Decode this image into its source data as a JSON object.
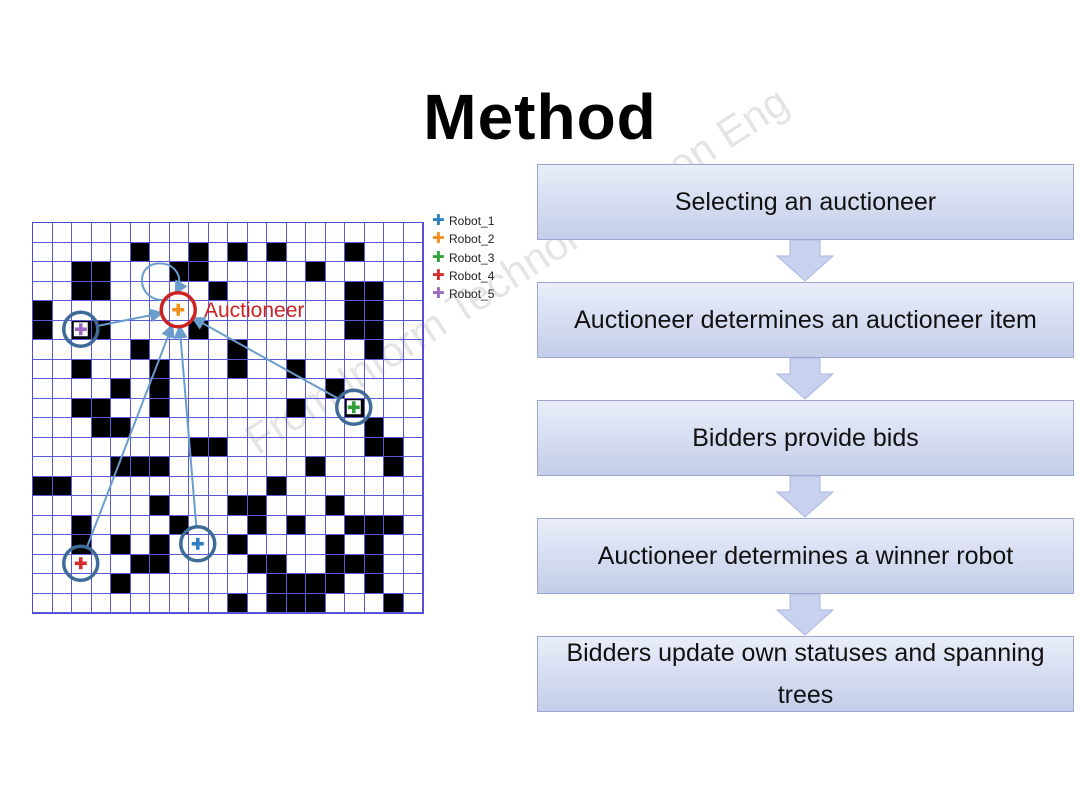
{
  "slide": {
    "title": "Method",
    "watermark": "From Inform Technol Electron Eng"
  },
  "grid_map": {
    "rows": 20,
    "cols": 20,
    "obstacles": [
      [
        1,
        5
      ],
      [
        1,
        8
      ],
      [
        1,
        10
      ],
      [
        1,
        12
      ],
      [
        1,
        16
      ],
      [
        2,
        2
      ],
      [
        2,
        3
      ],
      [
        2,
        7
      ],
      [
        2,
        8
      ],
      [
        2,
        14
      ],
      [
        3,
        2
      ],
      [
        3,
        3
      ],
      [
        3,
        9
      ],
      [
        3,
        16
      ],
      [
        3,
        17
      ],
      [
        4,
        0
      ],
      [
        4,
        16
      ],
      [
        4,
        17
      ],
      [
        5,
        0
      ],
      [
        5,
        2
      ],
      [
        5,
        3
      ],
      [
        5,
        8
      ],
      [
        5,
        16
      ],
      [
        5,
        17
      ],
      [
        6,
        5
      ],
      [
        6,
        10
      ],
      [
        6,
        17
      ],
      [
        7,
        2
      ],
      [
        7,
        6
      ],
      [
        7,
        10
      ],
      [
        7,
        13
      ],
      [
        8,
        4
      ],
      [
        8,
        6
      ],
      [
        8,
        15
      ],
      [
        9,
        2
      ],
      [
        9,
        3
      ],
      [
        9,
        6
      ],
      [
        9,
        13
      ],
      [
        9,
        16
      ],
      [
        10,
        3
      ],
      [
        10,
        4
      ],
      [
        10,
        17
      ],
      [
        11,
        8
      ],
      [
        11,
        9
      ],
      [
        11,
        17
      ],
      [
        11,
        18
      ],
      [
        12,
        4
      ],
      [
        12,
        5
      ],
      [
        12,
        6
      ],
      [
        12,
        14
      ],
      [
        12,
        18
      ],
      [
        13,
        0
      ],
      [
        13,
        1
      ],
      [
        13,
        12
      ],
      [
        14,
        6
      ],
      [
        14,
        10
      ],
      [
        14,
        11
      ],
      [
        14,
        15
      ],
      [
        15,
        2
      ],
      [
        15,
        7
      ],
      [
        15,
        11
      ],
      [
        15,
        13
      ],
      [
        15,
        16
      ],
      [
        15,
        17
      ],
      [
        15,
        18
      ],
      [
        16,
        2
      ],
      [
        16,
        4
      ],
      [
        16,
        6
      ],
      [
        16,
        10
      ],
      [
        16,
        15
      ],
      [
        16,
        17
      ],
      [
        17,
        5
      ],
      [
        17,
        6
      ],
      [
        17,
        11
      ],
      [
        17,
        12
      ],
      [
        17,
        15
      ],
      [
        17,
        16
      ],
      [
        17,
        17
      ],
      [
        18,
        4
      ],
      [
        18,
        12
      ],
      [
        18,
        13
      ],
      [
        18,
        14
      ],
      [
        18,
        15
      ],
      [
        18,
        17
      ],
      [
        19,
        10
      ],
      [
        19,
        12
      ],
      [
        19,
        13
      ],
      [
        19,
        14
      ],
      [
        19,
        18
      ]
    ],
    "auctioneer_label": "Auctioneer",
    "auctioneer_color": "#cc2222",
    "ring_color": "#3f6b99",
    "arrow_color": "#6a9ccd",
    "robots": [
      {
        "name": "Robot_1",
        "color": "#2f7fc1",
        "row": 16,
        "col": 8
      },
      {
        "name": "Robot_2",
        "color": "#f0901e",
        "row": 4,
        "col": 7,
        "auctioneer": true
      },
      {
        "name": "Robot_3",
        "color": "#2fa33a",
        "row": 9,
        "col": 16
      },
      {
        "name": "Robot_4",
        "color": "#d62f2f",
        "row": 17,
        "col": 2
      },
      {
        "name": "Robot_5",
        "color": "#9c6ac0",
        "row": 5,
        "col": 2
      }
    ]
  },
  "flowchart": {
    "steps": [
      "Selecting an auctioneer",
      "Auctioneer determines an auctioneer item",
      "Bidders provide bids",
      "Auctioneer determines a winner robot",
      "Bidders update own statuses and spanning trees"
    ],
    "arrow_color": "#c8d1ee"
  }
}
